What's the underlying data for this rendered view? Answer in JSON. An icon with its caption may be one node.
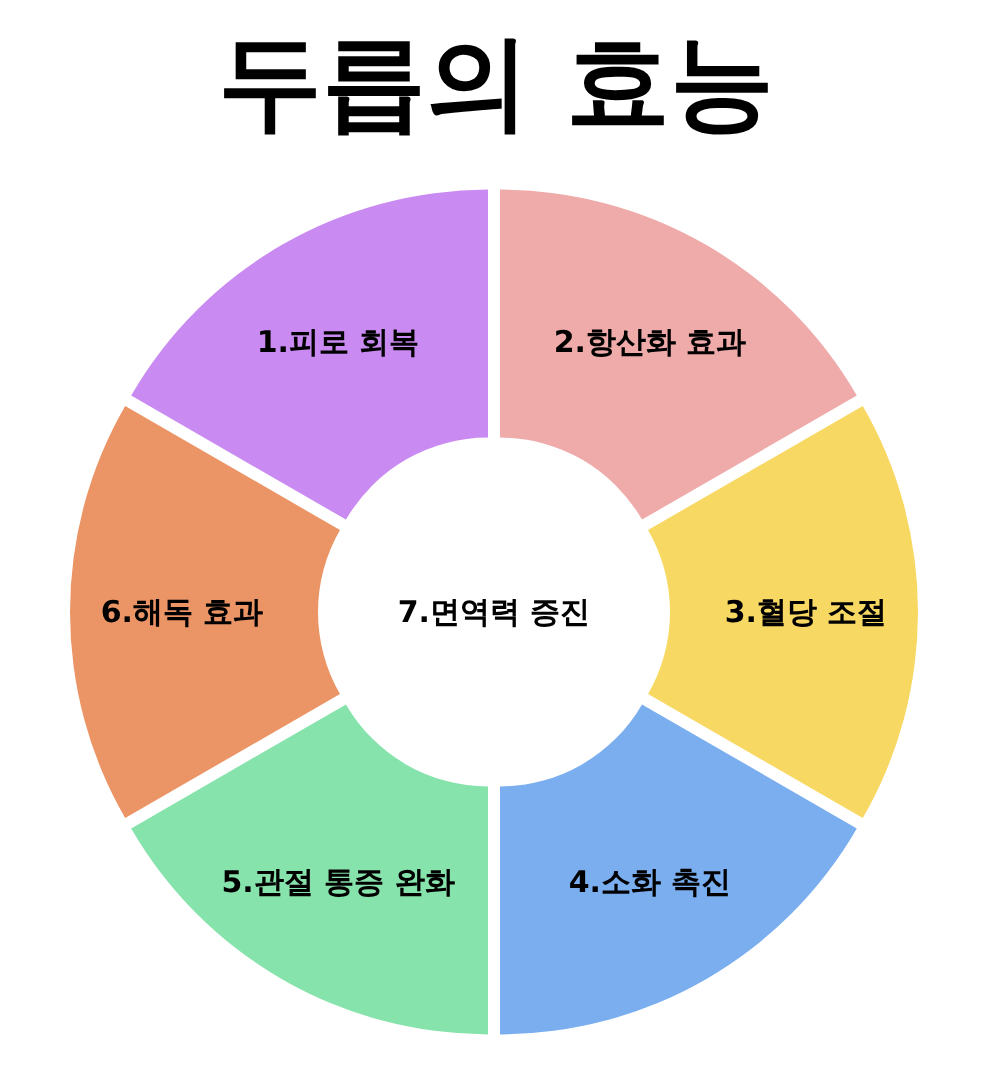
{
  "diagram": {
    "title": "두릅의 효능",
    "nodes": [
      {
        "text": [
          "1.피로 회복"
        ]
      },
      {
        "text": [
          "2.항산화 효과"
        ]
      },
      {
        "text": [
          "3.혈당 조절"
        ]
      },
      {
        "text": [
          "4.소화 촉진"
        ]
      },
      {
        "text": [
          "5.관절 통증 완화"
        ]
      },
      {
        "text": [
          "6.해독 효과"
        ]
      },
      {
        "text": [
          "7.면역력 증진"
        ]
      }
    ]
  }
}
